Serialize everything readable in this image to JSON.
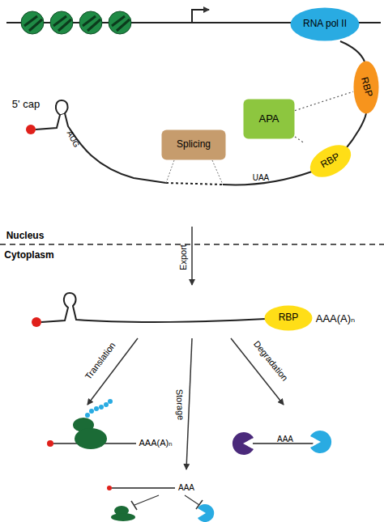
{
  "diagram": {
    "nodes": [
      {
        "text": [
          "RNA pol II"
        ]
      },
      {
        "text": [
          "RBP"
        ]
      },
      {
        "text": [
          "APA"
        ]
      },
      {
        "text": [
          "RBP"
        ]
      },
      {
        "text": [
          "Splicing"
        ]
      },
      {
        "text": [
          "RBP"
        ]
      }
    ],
    "edges": [
      {
        "from": 2,
        "to": 1,
        "arrow": "none"
      },
      {
        "from": 2,
        "to": 3,
        "arrow": "none"
      }
    ],
    "labels": [
      "5' cap",
      "AUG",
      "UAA",
      "Nucleus",
      "Cytoplasm",
      "Export",
      "AAA(A)ₙ",
      "Translation",
      "Storage",
      "Degradation",
      "AAA(A)ₙ",
      "AAA",
      "AAA"
    ]
  }
}
